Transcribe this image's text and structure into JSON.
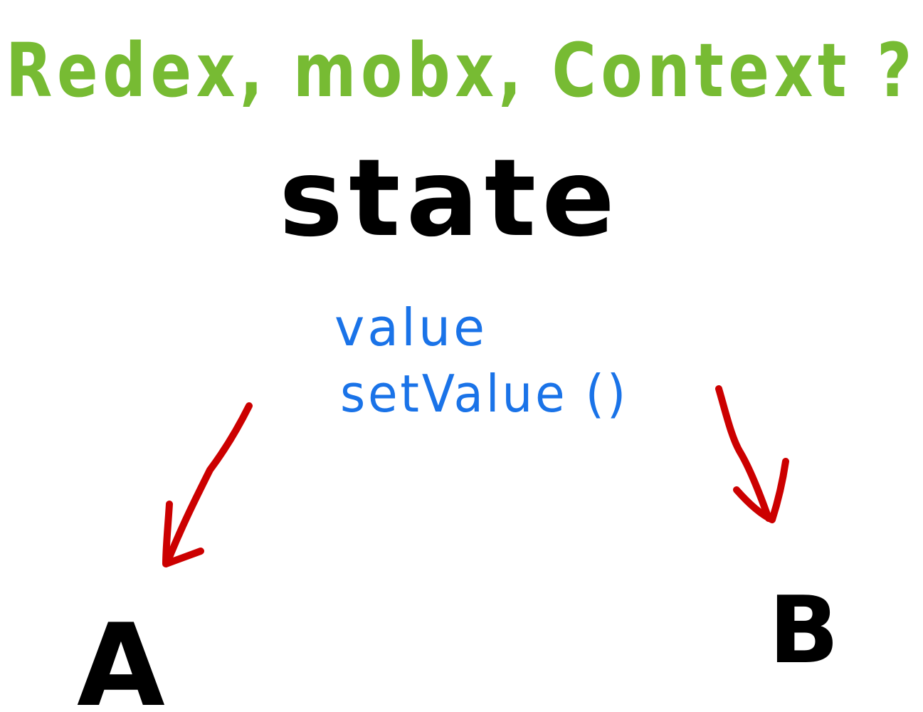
{
  "heading": {
    "text": "Redex, mobx, Context ?",
    "color": "#77bb33"
  },
  "state_node": {
    "label": "state",
    "color": "#000000"
  },
  "state_members": {
    "value": "value",
    "setter": "setValue ()",
    "color": "#1a73e8"
  },
  "consumers": {
    "a": "A",
    "b": "B",
    "color": "#000000"
  },
  "arrows": {
    "color": "#cc0000"
  }
}
